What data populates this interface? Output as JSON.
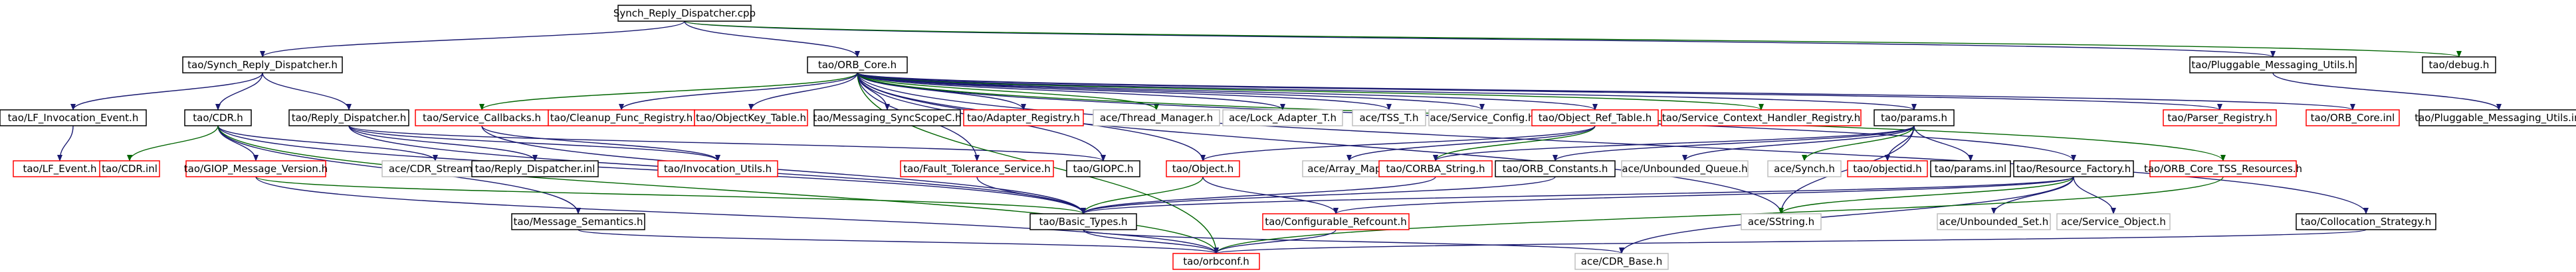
{
  "graph": {
    "title": "Synch_Reply_Dispatcher.cpp include dependency graph",
    "colors": {
      "root_fill": "#bfbfbf",
      "documented_border": "#000000",
      "undocumented_border": "#ff0000",
      "external_border": "#bfbfbf",
      "edge_main": "#191970",
      "edge_alt": "#006400",
      "text": "#000000"
    },
    "nodes": [
      {
        "id": "root",
        "label": "Synch_Reply_Dispatcher.cpp",
        "kind": "root"
      },
      {
        "id": "srd_h",
        "label": "tao/Synch_Reply_Dispatcher.h",
        "kind": "doc"
      },
      {
        "id": "orb_core_h",
        "label": "tao/ORB_Core.h",
        "kind": "doc"
      },
      {
        "id": "pmu_h",
        "label": "tao/Pluggable_Messaging_Utils.h",
        "kind": "doc"
      },
      {
        "id": "debug_h",
        "label": "tao/debug.h",
        "kind": "doc"
      },
      {
        "id": "lf_ie_h",
        "label": "tao/LF_Invocation_Event.h",
        "kind": "doc"
      },
      {
        "id": "cdr_h",
        "label": "tao/CDR.h",
        "kind": "doc"
      },
      {
        "id": "rd_h",
        "label": "tao/Reply_Dispatcher.h",
        "kind": "doc"
      },
      {
        "id": "svc_cb_h",
        "label": "tao/Service_Callbacks.h",
        "kind": "undoc"
      },
      {
        "id": "cleanup_h",
        "label": "tao/Cleanup_Func_Registry.h",
        "kind": "undoc"
      },
      {
        "id": "objkey_h",
        "label": "tao/ObjectKey_Table.h",
        "kind": "undoc"
      },
      {
        "id": "msg_sync_h",
        "label": "tao/Messaging_SyncScopeC.h",
        "kind": "doc"
      },
      {
        "id": "adapter_h",
        "label": "tao/Adapter_Registry.h",
        "kind": "undoc"
      },
      {
        "id": "thr_mgr_h",
        "label": "ace/Thread_Manager.h",
        "kind": "ext"
      },
      {
        "id": "lock_adp_h",
        "label": "ace/Lock_Adapter_T.h",
        "kind": "ext"
      },
      {
        "id": "tss_h",
        "label": "ace/TSS_T.h",
        "kind": "ext"
      },
      {
        "id": "svc_cfg_h",
        "label": "ace/Service_Config.h",
        "kind": "ext"
      },
      {
        "id": "objref_h",
        "label": "tao/Object_Ref_Table.h",
        "kind": "undoc"
      },
      {
        "id": "sch_reg_h",
        "label": "tao/Service_Context_Handler_Registry.h",
        "kind": "undoc"
      },
      {
        "id": "params_h",
        "label": "tao/params.h",
        "kind": "doc"
      },
      {
        "id": "parser_h",
        "label": "tao/Parser_Registry.h",
        "kind": "undoc"
      },
      {
        "id": "orb_core_inl",
        "label": "tao/ORB_Core.inl",
        "kind": "undoc"
      },
      {
        "id": "pmu_inl",
        "label": "tao/Pluggable_Messaging_Utils.inl",
        "kind": "doc"
      },
      {
        "id": "lf_event_h",
        "label": "tao/LF_Event.h",
        "kind": "undoc"
      },
      {
        "id": "cdr_inl",
        "label": "tao/CDR.inl",
        "kind": "undoc"
      },
      {
        "id": "giop_ver_h",
        "label": "tao/GIOP_Message_Version.h",
        "kind": "undoc"
      },
      {
        "id": "ace_cdr_stream",
        "label": "ace/CDR_Stream.h",
        "kind": "ext"
      },
      {
        "id": "rd_inl",
        "label": "tao/Reply_Dispatcher.inl",
        "kind": "doc"
      },
      {
        "id": "inv_utils_h",
        "label": "tao/Invocation_Utils.h",
        "kind": "undoc"
      },
      {
        "id": "fault_tol_h",
        "label": "tao/Fault_Tolerance_Service.h",
        "kind": "undoc"
      },
      {
        "id": "giopc_h",
        "label": "tao/GIOPC.h",
        "kind": "doc"
      },
      {
        "id": "object_h",
        "label": "tao/Object.h",
        "kind": "undoc"
      },
      {
        "id": "array_map_h",
        "label": "ace/Array_Map.h",
        "kind": "ext"
      },
      {
        "id": "corba_str_h",
        "label": "tao/CORBA_String.h",
        "kind": "undoc"
      },
      {
        "id": "orb_const_h",
        "label": "tao/ORB_Constants.h",
        "kind": "doc"
      },
      {
        "id": "unb_queue_h",
        "label": "ace/Unbounded_Queue.h",
        "kind": "ext"
      },
      {
        "id": "synch_h",
        "label": "ace/Synch.h",
        "kind": "ext"
      },
      {
        "id": "objectid_h",
        "label": "tao/objectid.h",
        "kind": "undoc"
      },
      {
        "id": "params_inl",
        "label": "tao/params.inl",
        "kind": "doc"
      },
      {
        "id": "res_fact_h",
        "label": "tao/Resource_Factory.h",
        "kind": "doc"
      },
      {
        "id": "tss_res_h",
        "label": "tao/ORB_Core_TSS_Resources.h",
        "kind": "undoc"
      },
      {
        "id": "msg_sem_h",
        "label": "tao/Message_Semantics.h",
        "kind": "doc"
      },
      {
        "id": "basic_types_h",
        "label": "tao/Basic_Types.h",
        "kind": "doc"
      },
      {
        "id": "conf_ref_h",
        "label": "tao/Configurable_Refcount.h",
        "kind": "undoc"
      },
      {
        "id": "sstring_h",
        "label": "ace/SString.h",
        "kind": "ext"
      },
      {
        "id": "unb_set_h",
        "label": "ace/Unbounded_Set.h",
        "kind": "ext"
      },
      {
        "id": "svc_obj_h",
        "label": "ace/Service_Object.h",
        "kind": "ext"
      },
      {
        "id": "colloc_h",
        "label": "tao/Collocation_Strategy.h",
        "kind": "doc"
      },
      {
        "id": "orbconf_h",
        "label": "tao/orbconf.h",
        "kind": "undoc"
      },
      {
        "id": "ace_cdr_base",
        "label": "ace/CDR_Base.h",
        "kind": "ext"
      }
    ],
    "edges": [
      [
        "root",
        "srd_h"
      ],
      [
        "root",
        "orb_core_h"
      ],
      [
        "root",
        "pmu_h"
      ],
      [
        "root",
        "debug_h"
      ],
      [
        "srd_h",
        "lf_ie_h"
      ],
      [
        "srd_h",
        "cdr_h"
      ],
      [
        "srd_h",
        "rd_h"
      ],
      [
        "lf_ie_h",
        "lf_event_h"
      ],
      [
        "cdr_h",
        "cdr_inl"
      ],
      [
        "cdr_h",
        "giop_ver_h"
      ],
      [
        "cdr_h",
        "ace_cdr_stream"
      ],
      [
        "cdr_h",
        "basic_types_h"
      ],
      [
        "cdr_h",
        "msg_sem_h"
      ],
      [
        "cdr_h",
        "orbconf_h"
      ],
      [
        "rd_h",
        "rd_inl"
      ],
      [
        "rd_h",
        "inv_utils_h"
      ],
      [
        "rd_h",
        "giopc_h"
      ],
      [
        "rd_h",
        "basic_types_h"
      ],
      [
        "giop_ver_h",
        "basic_types_h"
      ],
      [
        "giop_ver_h",
        "orbconf_h"
      ],
      [
        "msg_sem_h",
        "orbconf_h"
      ],
      [
        "basic_types_h",
        "orbconf_h"
      ],
      [
        "basic_types_h",
        "ace_cdr_base"
      ],
      [
        "orb_core_h",
        "svc_cb_h"
      ],
      [
        "orb_core_h",
        "cleanup_h"
      ],
      [
        "orb_core_h",
        "objkey_h"
      ],
      [
        "orb_core_h",
        "msg_sync_h"
      ],
      [
        "orb_core_h",
        "adapter_h"
      ],
      [
        "orb_core_h",
        "thr_mgr_h"
      ],
      [
        "orb_core_h",
        "lock_adp_h"
      ],
      [
        "orb_core_h",
        "tss_h"
      ],
      [
        "orb_core_h",
        "svc_cfg_h"
      ],
      [
        "orb_core_h",
        "objref_h"
      ],
      [
        "orb_core_h",
        "sch_reg_h"
      ],
      [
        "orb_core_h",
        "params_h"
      ],
      [
        "orb_core_h",
        "parser_h"
      ],
      [
        "orb_core_h",
        "orb_core_inl"
      ],
      [
        "orb_core_h",
        "res_fact_h"
      ],
      [
        "orb_core_h",
        "tss_res_h"
      ],
      [
        "orb_core_h",
        "colloc_h"
      ],
      [
        "orb_core_h",
        "fault_tol_h"
      ],
      [
        "orb_core_h",
        "object_h"
      ],
      [
        "orb_core_h",
        "giopc_h"
      ],
      [
        "orb_core_h",
        "orbconf_h"
      ],
      [
        "orb_core_h",
        "sstring_h"
      ],
      [
        "svc_cb_h",
        "inv_utils_h"
      ],
      [
        "svc_cb_h",
        "basic_types_h"
      ],
      [
        "objref_h",
        "object_h"
      ],
      [
        "objref_h",
        "corba_str_h"
      ],
      [
        "objref_h",
        "array_map_h"
      ],
      [
        "params_h",
        "corba_str_h"
      ],
      [
        "params_h",
        "orb_const_h"
      ],
      [
        "params_h",
        "unb_queue_h"
      ],
      [
        "params_h",
        "synch_h"
      ],
      [
        "params_h",
        "objectid_h"
      ],
      [
        "params_h",
        "params_inl"
      ],
      [
        "params_h",
        "sstring_h"
      ],
      [
        "fault_tol_h",
        "basic_types_h"
      ],
      [
        "object_h",
        "basic_types_h"
      ],
      [
        "object_h",
        "conf_ref_h"
      ],
      [
        "corba_str_h",
        "basic_types_h"
      ],
      [
        "orb_const_h",
        "basic_types_h"
      ],
      [
        "res_fact_h",
        "basic_types_h"
      ],
      [
        "res_fact_h",
        "sstring_h"
      ],
      [
        "res_fact_h",
        "unb_set_h"
      ],
      [
        "res_fact_h",
        "svc_obj_h"
      ],
      [
        "res_fact_h",
        "conf_ref_h"
      ],
      [
        "res_fact_h",
        "ace_cdr_base"
      ],
      [
        "tss_res_h",
        "orbconf_h"
      ],
      [
        "colloc_h",
        "orbconf_h"
      ],
      [
        "conf_ref_h",
        "orbconf_h"
      ],
      [
        "pmu_h",
        "pmu_inl"
      ]
    ]
  }
}
